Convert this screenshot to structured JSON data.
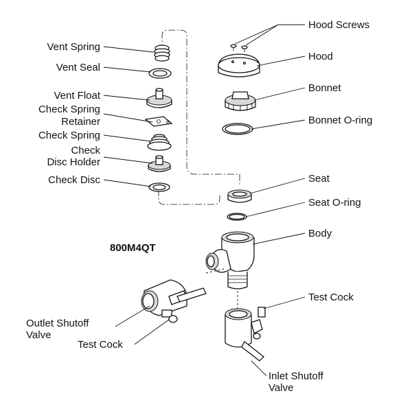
{
  "model": "800M4QT",
  "labels": {
    "vent_spring": "Vent Spring",
    "vent_seal": "Vent Seal",
    "vent_float": "Vent Float",
    "check_spring_retainer_1": "Check Spring",
    "check_spring_retainer_2": "Retainer",
    "check_spring": "Check Spring",
    "check_disc_holder_1": "Check",
    "check_disc_holder_2": "Disc Holder",
    "check_disc": "Check Disc",
    "hood_screws": "Hood Screws",
    "hood": "Hood",
    "bonnet": "Bonnet",
    "bonnet_oring": "Bonnet O-ring",
    "seat": "Seat",
    "seat_oring": "Seat O-ring",
    "body": "Body",
    "test_cock_right": "Test Cock",
    "outlet_shutoff_1": "Outlet Shutoff",
    "outlet_shutoff_2": "Valve",
    "test_cock_left": "Test Cock",
    "inlet_shutoff_1": "Inlet Shutoff",
    "inlet_shutoff_2": "Valve"
  }
}
